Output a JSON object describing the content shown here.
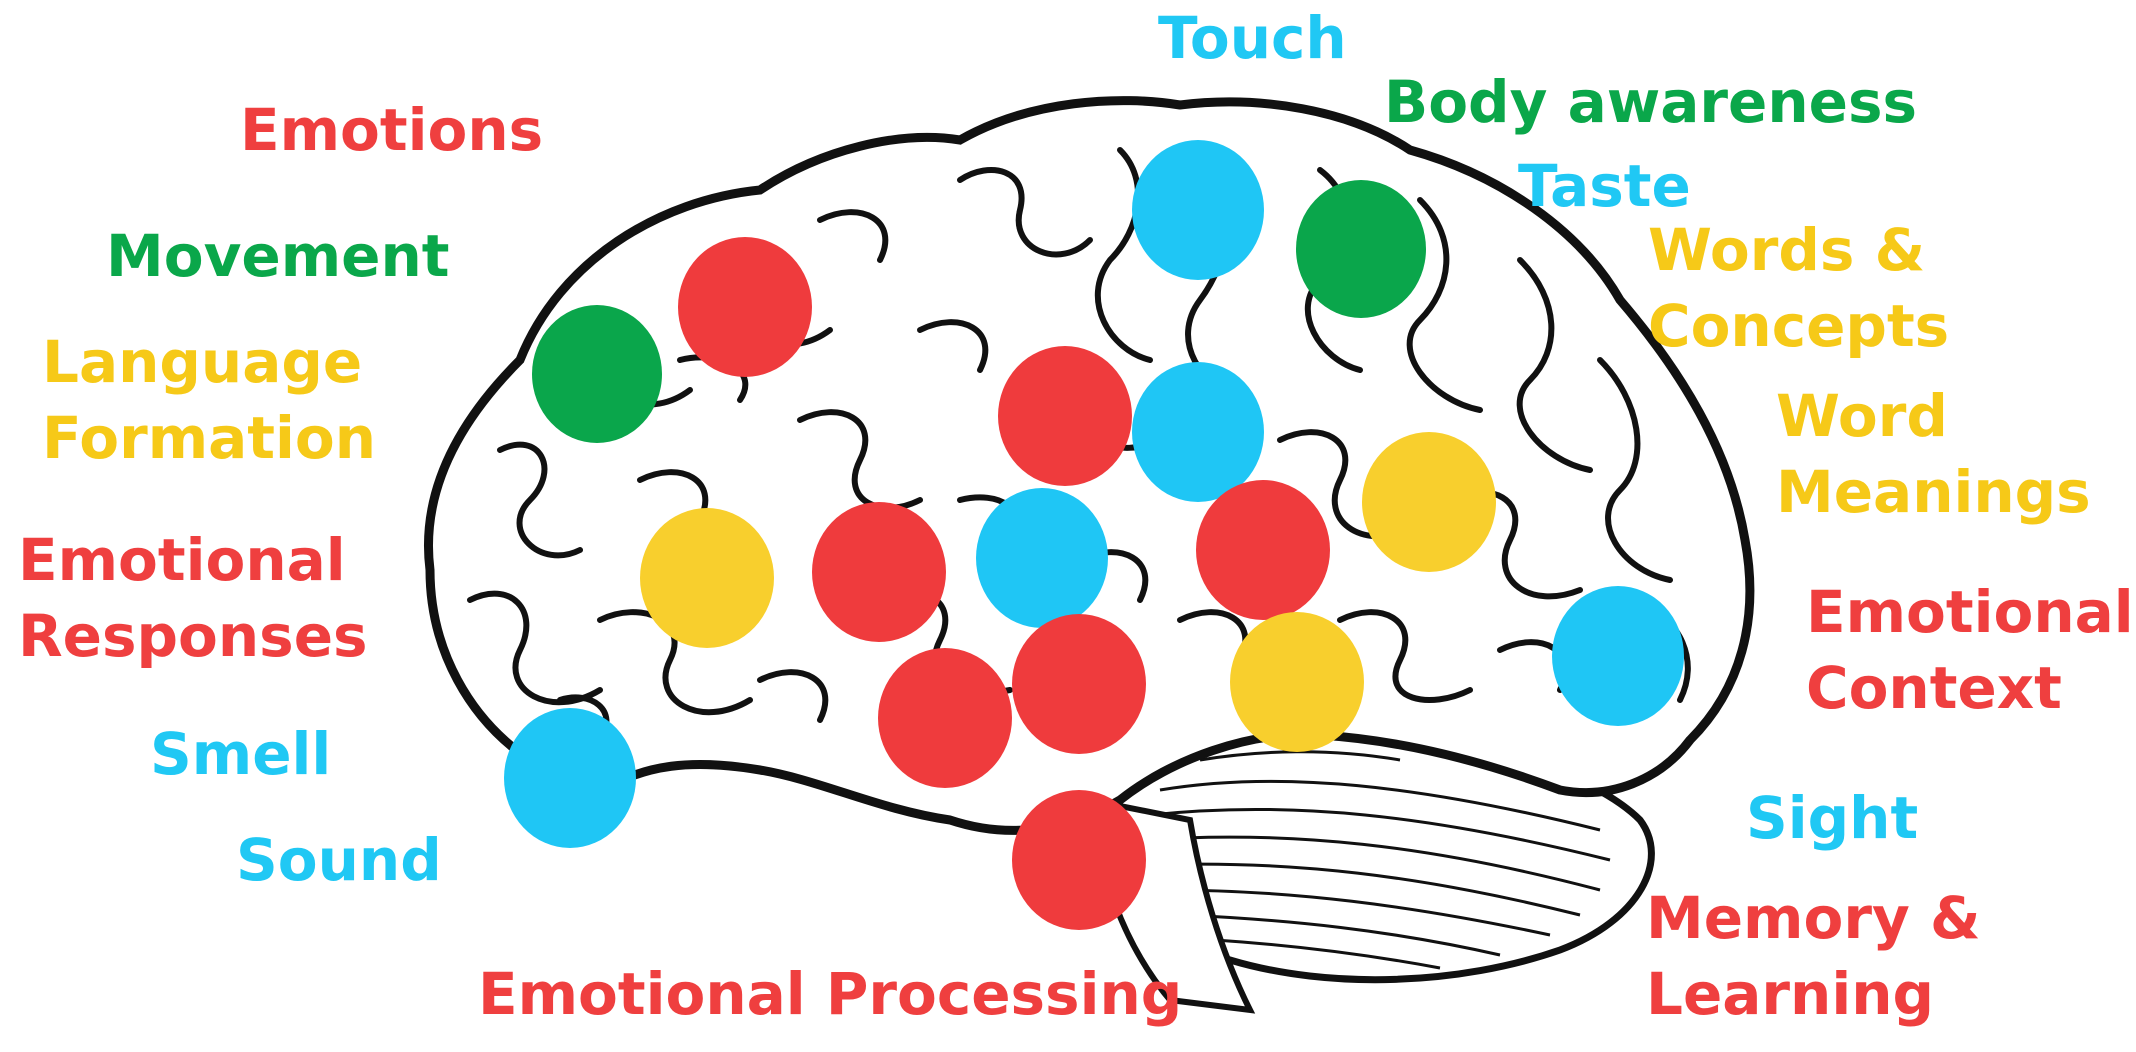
{
  "labels": {
    "touch": "Touch",
    "body_awareness": "Body awareness",
    "taste": "Taste",
    "emotions": "Emotions",
    "movement": "Movement",
    "language_formation_1": "Language",
    "language_formation_2": "Formation",
    "words_concepts_1": "Words &",
    "words_concepts_2": "Concepts",
    "word_meanings_1": "Word",
    "word_meanings_2": "Meanings",
    "emotional_responses_1": "Emotional",
    "emotional_responses_2": "Responses",
    "emotional_context_1": "Emotional",
    "emotional_context_2": "Context",
    "smell": "Smell",
    "sound": "Sound",
    "sight": "Sight",
    "memory_learning_1": "Memory &",
    "memory_learning_2": "Learning",
    "emotional_processing": "Emotional Processing"
  },
  "colors": {
    "red": "#ef3b3d",
    "green": "#0aa64b",
    "blue": "#1fc6f5",
    "yellow": "#f8cf2d"
  }
}
